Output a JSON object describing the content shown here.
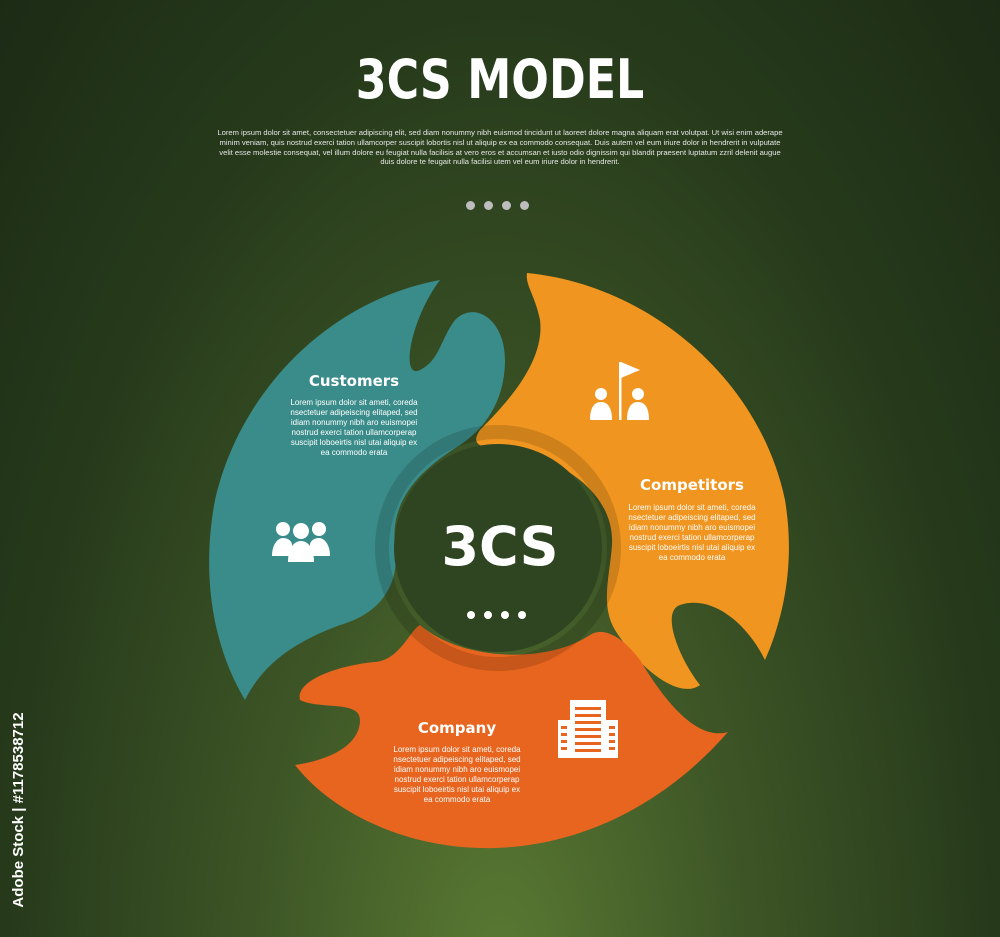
{
  "title": "3CS MODEL",
  "intro": "Lorem ipsum dolor sit amet, consectetuer adipiscing elit, sed diam nonummy nibh euismod tincidunt ut laoreet dolore magna aliquam erat volutpat. Ut wisi enim aderape minim veniam, quis nostrud exerci tation ullamcorper suscipit lobortis nisl ut aliquip ex ea commodo consequat. Duis autem vel eum iriure dolor in hendrerit in vulputate velit esse molestie consequat, vel illum dolore eu feugiat nulla facilisis at vero eros et accumsan et iusto odio dignissim qui blandit praesent luptatum zzril delenit augue duis dolore te feugait nulla facilisi utem vel eum iriure dolor in hendrerit.",
  "center_label": "3CS",
  "segments": [
    {
      "title": "Customers",
      "body": "Lorem ipsum dolor sit ameti, coreda nsectetuer adipeiscing elitaped, sed idiam nonummy nibh aro euismopei nostrud exerci tation ullamcorperap suscipit loboeirtis nisl utai aliquip ex ea commodo erata",
      "icon": "people-group-icon",
      "color": "#3a8c8a"
    },
    {
      "title": "Competitors",
      "body": "Lorem ipsum dolor sit ameti, coreda nsectetuer adipeiscing elitaped, sed idiam nonummy nibh aro euismopei nostrud exerci tation ullamcorperap suscipit loboeirtis nisl utai aliquip ex ea commodo erata",
      "icon": "competitors-flag-icon",
      "color": "#f0951f"
    },
    {
      "title": "Company",
      "body": "Lorem ipsum dolor sit ameti, coreda nsectetuer adipeiscing elitaped, sed idiam nonummy nibh aro euismopei nostrud exerci tation ullamcorperap suscipit loboeirtis nisl utai aliquip ex ea commodo erata",
      "icon": "building-icon",
      "color": "#e8651f"
    }
  ],
  "side_text": "Adobe Stock | #1178538712",
  "colors": {
    "background": "#2a3f1f",
    "teal": "#3a8c8a",
    "orange": "#f0951f",
    "red_orange": "#e8651f"
  }
}
